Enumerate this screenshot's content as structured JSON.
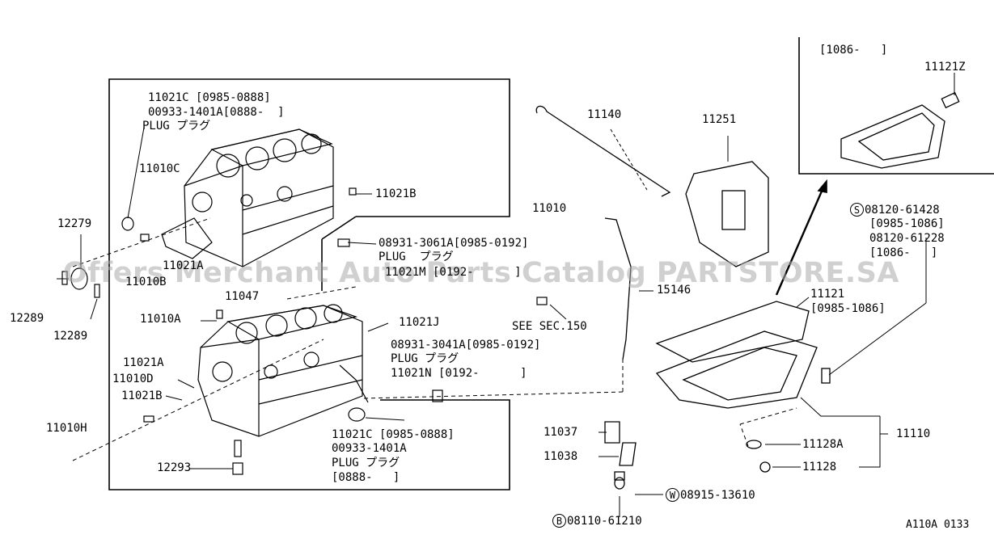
{
  "labels": {
    "p11021C_top": "11021C [0985-0888]",
    "p00933_top": "00933-1401A[0888-  ]",
    "plug_top": "PLUG プラグ",
    "p11010C": "11010C",
    "p11021B_top": "11021B",
    "p11010": "11010",
    "p12279": "12279",
    "p12289a": "12289",
    "p12289b": "12289",
    "p08931_3061": "08931-3061A[0985-0192]",
    "plug_mid": "PLUG  プラグ",
    "p11021M": "11021M [0192-      ]",
    "p11021A_obs": "11021A",
    "p11010B_obs": "11010B",
    "p11047": "11047",
    "see_sec": "SEE SEC.150",
    "p11010A": "11010A",
    "p11021J": "11021J",
    "p08931_3041": "08931-3041A[0985-0192]",
    "plug_low": "PLUG プラグ",
    "p11021N": "11021N [0192-      ]",
    "p11021A": "11021A",
    "p11010D": "11010D",
    "p11021B_low": "11021B",
    "p11010H": "11010H",
    "p11021C_bot": "11021C [0985-0888]",
    "p00933_bot": "00933-1401A",
    "plug_bot": "PLUG プラグ",
    "p0888_bot": "[0888-   ]",
    "p12293": "12293",
    "p11140": "11140",
    "p11251": "11251",
    "p15146": "15146",
    "p11037": "11037",
    "p11038": "11038",
    "w_mark": "W",
    "p08915": "08915-13610",
    "b_mark": "B",
    "p08110": "08110-61210",
    "inset_range": "[1086-   ]",
    "p11121Z": "11121Z",
    "s_mark": "S",
    "p08120_61428": "08120-61428",
    "r0985_1086a": "[0985-1086]",
    "p08120_61228": "08120-61228",
    "r1086": "[1086-   ]",
    "p11121": "11121",
    "r0985_1086b": "[0985-1086]",
    "p11110": "11110",
    "p11128A": "11128A",
    "p11128": "11128",
    "diagram_code": "A110A 0133"
  },
  "watermark": "Offers Merchant Auto Parts Catalog PARTSTORE.SA",
  "colors": {
    "ink": "#000000",
    "watermark": "#aaaaaa"
  }
}
